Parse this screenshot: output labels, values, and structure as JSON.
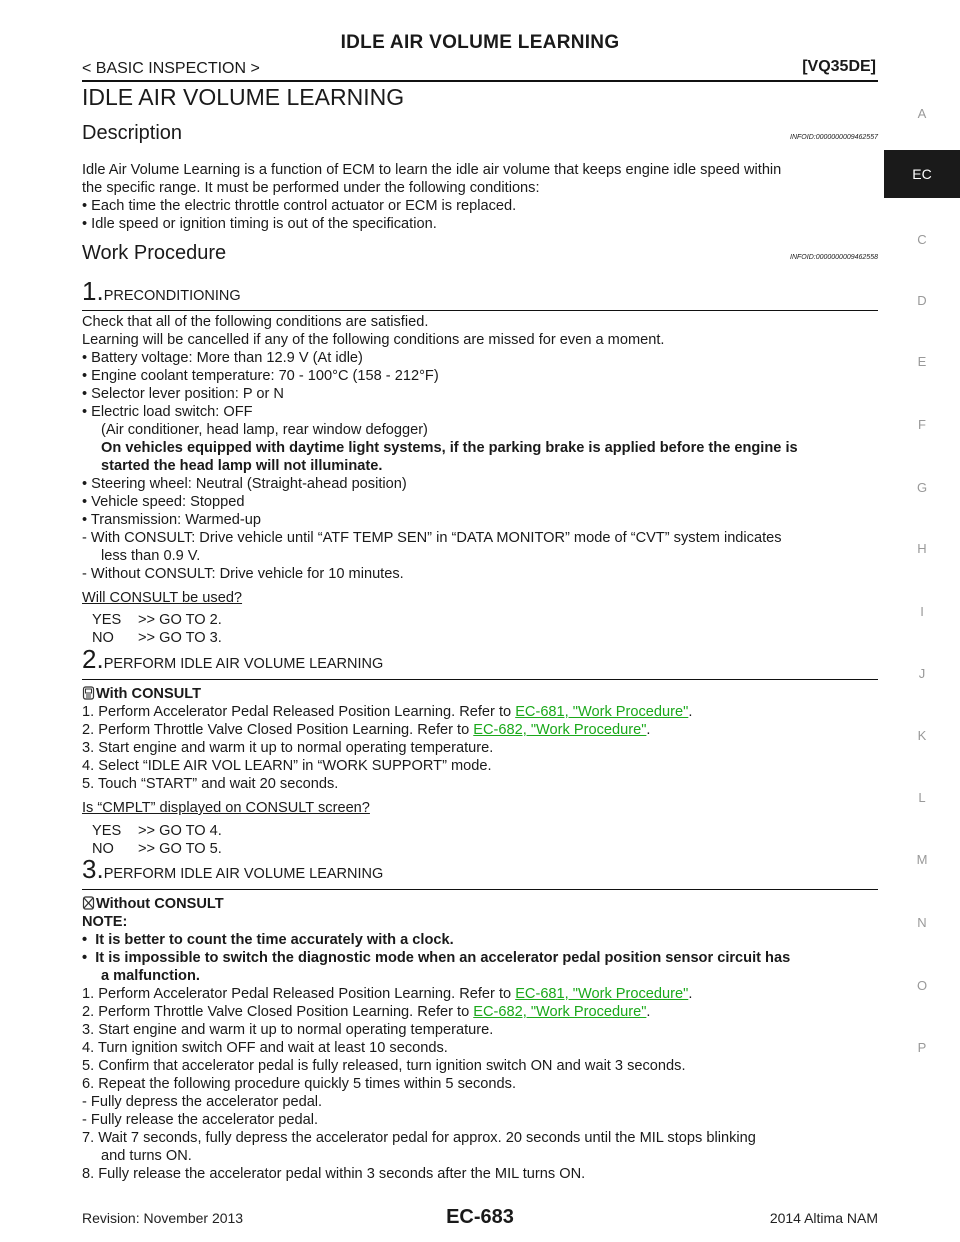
{
  "header": {
    "title": "IDLE AIR VOLUME LEARNING",
    "section": "< BASIC INSPECTION >",
    "model": "[VQ35DE]"
  },
  "side_tabs": {
    "active": "EC",
    "letters": [
      "A",
      "C",
      "D",
      "E",
      "F",
      "G",
      "H",
      "I",
      "J",
      "K",
      "L",
      "M",
      "N",
      "O",
      "P"
    ]
  },
  "main": {
    "title": "IDLE AIR VOLUME LEARNING",
    "description": {
      "heading": "Description",
      "infoid": "INFOID:0000000009462557",
      "lines": [
        "Idle Air Volume Learning is a function of ECM to learn the idle air volume that keeps engine idle speed within",
        "the specific range. It must be performed under the following conditions:",
        "• Each time the electric throttle control actuator or ECM is replaced.",
        "• Idle speed or ignition timing is out of the specification."
      ]
    },
    "work_procedure": {
      "heading": "Work Procedure",
      "infoid": "INFOID:0000000009462558"
    },
    "step1": {
      "num": "1.",
      "label": "PRECONDITIONING",
      "l1": "Check that all of the following conditions are satisfied.",
      "l2": "Learning will be cancelled if any of the following conditions are missed for even a moment.",
      "l3": "• Battery voltage: More than 12.9 V (At idle)",
      "l4": "• Engine coolant temperature: 70 - 100°C (158 - 212°F)",
      "l5": "• Selector lever position: P or N",
      "l6": "• Electric load switch: OFF",
      "l7": "(Air conditioner, head lamp, rear window defogger)",
      "l8": "On vehicles equipped with daytime light systems, if the parking brake is applied before the engine is",
      "l9": "started the head lamp will not illuminate.",
      "l10": "• Steering wheel: Neutral (Straight-ahead position)",
      "l11": "• Vehicle speed: Stopped",
      "l12": "• Transmission: Warmed-up",
      "l13": "- With CONSULT: Drive vehicle until “ATF TEMP SEN” in “DATA MONITOR” mode of “CVT” system indicates",
      "l14": "less than 0.9 V.",
      "l15": "- Without CONSULT: Drive vehicle for 10 minutes.",
      "question": "Will CONSULT be used?",
      "yes_label": "YES",
      "yes_text": ">> GO TO 2.",
      "no_label": "NO",
      "no_text": ">> GO TO 3."
    },
    "step2": {
      "num": "2.",
      "label": "PERFORM IDLE AIR VOLUME LEARNING",
      "mode": "With CONSULT",
      "s1_pre": "1.  Perform Accelerator Pedal Released Position Learning. Refer to ",
      "s1_link": "EC-681, \"Work Procedure\"",
      "s2_pre": "2.  Perform Throttle Valve Closed Position Learning. Refer to ",
      "s2_link": "EC-682, \"Work Procedure\"",
      "s3": "3.  Start engine and warm it up to normal operating temperature.",
      "s4": "4.  Select “IDLE AIR VOL LEARN” in “WORK SUPPORT” mode.",
      "s5": "5.  Touch “START” and wait 20 seconds.",
      "question": "Is “CMPLT” displayed on CONSULT screen?",
      "yes_label": "YES",
      "yes_text": ">> GO TO 4.",
      "no_label": "NO",
      "no_text": ">> GO TO 5."
    },
    "step3": {
      "num": "3.",
      "label": "PERFORM IDLE AIR VOLUME LEARNING",
      "mode": "Without CONSULT",
      "note": "NOTE:",
      "n1": "It is better to count the time accurately with a clock.",
      "n2": "It is impossible to switch the diagnostic mode when an accelerator pedal position sensor circuit has",
      "n2b": "a malfunction.",
      "s1_pre": "1.  Perform Accelerator Pedal Released Position Learning. Refer to ",
      "s1_link": "EC-681, \"Work Procedure\"",
      "s2_pre": "2.  Perform Throttle Valve Closed Position Learning. Refer to ",
      "s2_link": "EC-682, \"Work Procedure\"",
      "s3": "3.  Start engine and warm it up to normal operating temperature.",
      "s4": "4.  Turn ignition switch OFF and wait at least 10 seconds.",
      "s5": "5.  Confirm that accelerator pedal is fully released, turn ignition switch ON and wait 3 seconds.",
      "s6": "6.  Repeat the following procedure quickly 5 times within 5 seconds.",
      "s6a": "-   Fully depress the accelerator pedal.",
      "s6b": "-   Fully release the accelerator pedal.",
      "s7": "7.  Wait 7 seconds, fully depress the accelerator pedal for approx. 20 seconds until the MIL stops blinking",
      "s7b": "and turns ON.",
      "s8": "8.  Fully release the accelerator pedal within 3 seconds after the MIL turns ON."
    }
  },
  "footer": {
    "revision": "Revision: November 2013",
    "page": "EC-683",
    "model": "2014 Altima NAM"
  }
}
